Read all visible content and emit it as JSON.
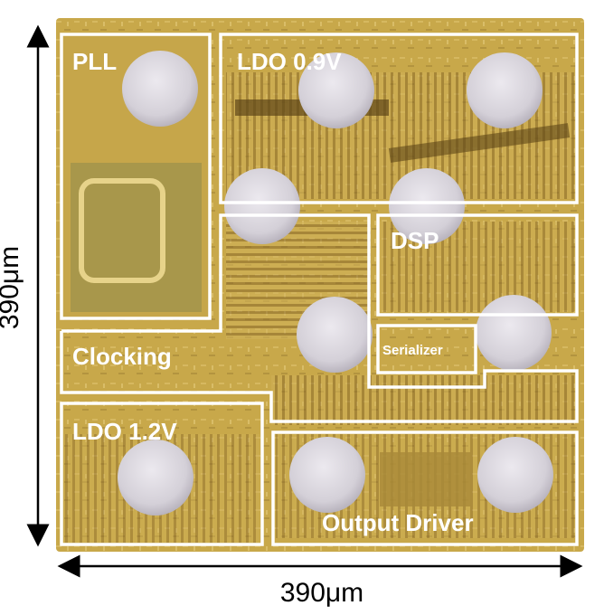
{
  "figure": {
    "dimension_vertical": "390μm",
    "dimension_horizontal": "390μm"
  },
  "blocks": {
    "pll": "PLL",
    "ldo_09": "LDO 0.9V",
    "dsp": "DSP",
    "serializer": "Serializer",
    "clocking": "Clocking",
    "ldo_12": "LDO 1.2V",
    "output_driver": "Output Driver"
  },
  "colors": {
    "die_base": "#c9a94c",
    "die_light": "#e2c873",
    "die_dark": "#6e5520",
    "block_outline": "#ffffff",
    "pad": "#d9d6dd",
    "arrow": "#000000"
  }
}
